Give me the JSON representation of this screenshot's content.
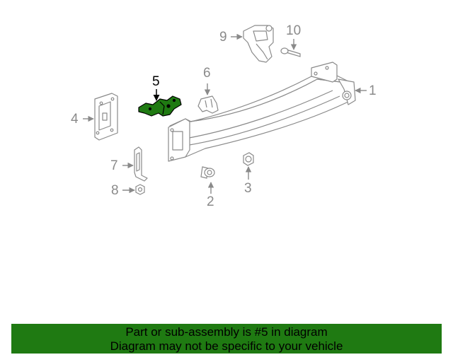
{
  "diagram": {
    "callouts": {
      "c1": "1",
      "c2": "2",
      "c3": "3",
      "c4": "4",
      "c5": "5",
      "c6": "6",
      "c7": "7",
      "c8": "8",
      "c9": "9",
      "c10": "10"
    },
    "highlighted_part": "5",
    "colors": {
      "line_art": "#8a8a8a",
      "highlight_fill": "#1f7a12",
      "highlight_stroke": "#000000"
    }
  },
  "banner": {
    "line1": "Part or sub-assembly is #5 in diagram",
    "line2": "Diagram may not be specific to your vehicle",
    "background": "#1f7a12"
  }
}
